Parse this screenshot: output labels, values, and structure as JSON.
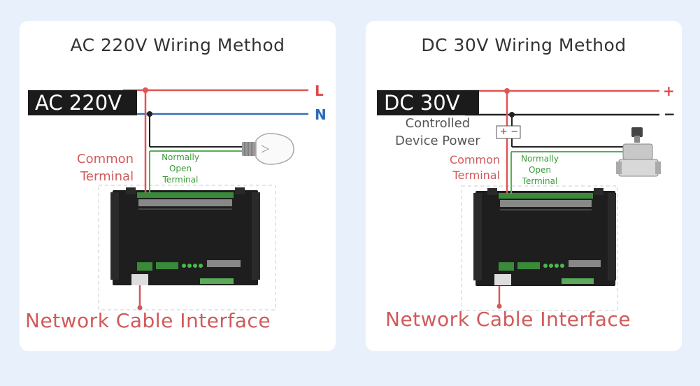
{
  "ac_panel": {
    "title": "AC 220V Wiring Method",
    "source_label": "AC 220V",
    "rail_top_label": "L",
    "rail_bottom_label": "N",
    "common_terminal": [
      "Common",
      "Terminal"
    ],
    "normally_open": [
      "Normally",
      "Open",
      "Terminal"
    ],
    "network_label": "Network Cable Interface",
    "load_icon": "light-bulb-icon"
  },
  "dc_panel": {
    "title": "DC 30V Wiring Method",
    "source_label": "DC 30V",
    "rail_top_label": "+",
    "rail_bottom_label": "−",
    "controlled_power": [
      "Controlled",
      "Device Power"
    ],
    "polarity_box": "+ −",
    "common_terminal": [
      "Common",
      "Terminal"
    ],
    "normally_open": [
      "Normally",
      "Open",
      "Terminal"
    ],
    "network_label": "Network Cable Interface",
    "load_icon": "solenoid-valve-icon"
  },
  "colors": {
    "live": "#e05555",
    "neutral": "#3b6fb5",
    "ground": "#222222",
    "signal": "#55b055",
    "label_red": "#d05a5a"
  }
}
